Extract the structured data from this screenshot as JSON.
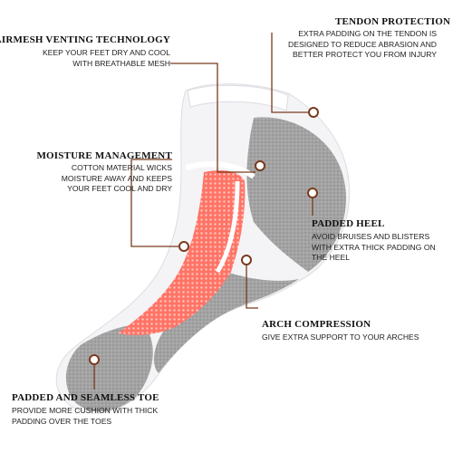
{
  "callouts": {
    "airmesh": {
      "title": "AIRMESH VENTING TECHNOLOGY",
      "lines": [
        "KEEP YOUR FEET DRY AND COOL",
        "WITH BREATHABLE MESH"
      ]
    },
    "tendon": {
      "title": "TENDON PROTECTION",
      "lines": [
        "EXTRA PADDING ON THE TENDON IS",
        "DESIGNED TO REDUCE ABRASION AND",
        "BETTER PROTECT YOU FROM INJURY"
      ]
    },
    "moisture": {
      "title": "MOISTURE MANAGEMENT",
      "lines": [
        "COTTON MATERIAL WICKS",
        "MOISTURE AWAY AND KEEPS",
        "YOUR FEET COOL AND DRY"
      ]
    },
    "heel": {
      "title": "PADDED HEEL",
      "lines": [
        "AVOID BRUISES AND BLISTERS",
        "WITH EXTRA THICK PADDING ON",
        "THE HEEL"
      ]
    },
    "arch": {
      "title": "ARCH COMPRESSION",
      "lines": [
        "GIVE EXTRA SUPPORT TO YOUR ARCHES"
      ]
    },
    "toe": {
      "title": "PADDED AND SEAMLESS TOE",
      "lines": [
        "PROVIDE MORE CUSHION WITH THICK",
        "PADDING OVER THE TOES"
      ]
    }
  },
  "colors": {
    "leader": "#7a3a1c",
    "sock_white": "#f4f4f6",
    "sock_gray": "#9c9c9c",
    "sock_coral": "#ff7a6e"
  }
}
